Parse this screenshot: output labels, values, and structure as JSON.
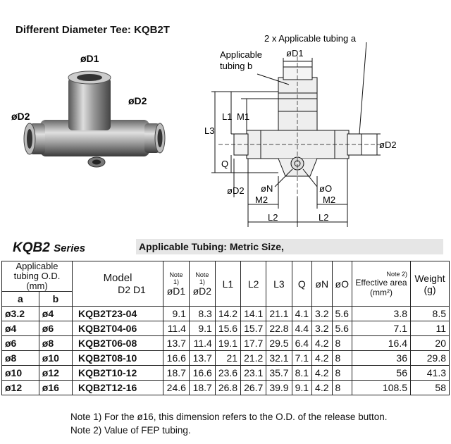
{
  "title": "Different Diameter Tee: KQB2T",
  "photo_labels": {
    "d1": "øD1",
    "d2_right": "øD2",
    "d2_left": "øD2"
  },
  "drawing_labels": {
    "applicable_tubing_a": "2 x Applicable tubing a",
    "applicable_tubing_b_line1": "Applicable",
    "applicable_tubing_b_line2": "tubing b",
    "d1": "øD1",
    "l1": "L1",
    "m1": "M1",
    "l3": "L3",
    "q": "Q",
    "d2_right": "øD2",
    "d2_left": "øD2",
    "n": "øN",
    "o": "øO",
    "m2_left": "M2",
    "m2_right": "M2",
    "l2_left": "L2",
    "l2_right": "L2"
  },
  "series": {
    "name": "KQB2",
    "suffix": "Series"
  },
  "caption": "Applicable Tubing: Metric Size,",
  "table": {
    "headers": {
      "tubing_od": "Applicable tubing O.D. (mm)",
      "a": "a",
      "b": "b",
      "model": "Model",
      "model_sub": "D2 D1",
      "note1": "Note 1)",
      "d1": "øD1",
      "d2": "øD2",
      "l1": "L1",
      "l2": "L2",
      "l3": "L3",
      "q": "Q",
      "n": "øN",
      "o": "øO",
      "note2": "Note 2)",
      "effective_area": "Effective area (mm²)",
      "weight": "Weight (g)"
    },
    "rows": [
      {
        "a": "ø3.2",
        "b": "ø4",
        "model": "KQB2T23-04",
        "d1": "9.1",
        "d2": "8.3",
        "l1": "14.2",
        "l2": "14.1",
        "l3": "21.1",
        "q": "4.1",
        "n": "3.2",
        "o": "5.6",
        "area": "3.8",
        "weight": "8.5"
      },
      {
        "a": "ø4",
        "b": "ø6",
        "model": "KQB2T04-06",
        "d1": "11.4",
        "d2": "9.1",
        "l1": "15.6",
        "l2": "15.7",
        "l3": "22.8",
        "q": "4.4",
        "n": "3.2",
        "o": "5.6",
        "area": "7.1",
        "weight": "11"
      },
      {
        "a": "ø6",
        "b": "ø8",
        "model": "KQB2T06-08",
        "d1": "13.7",
        "d2": "11.4",
        "l1": "19.1",
        "l2": "17.7",
        "l3": "29.5",
        "q": "6.4",
        "n": "4.2",
        "o": "8",
        "area": "16.4",
        "weight": "20"
      },
      {
        "a": "ø8",
        "b": "ø10",
        "model": "KQB2T08-10",
        "d1": "16.6",
        "d2": "13.7",
        "l1": "21",
        "l2": "21.2",
        "l3": "32.1",
        "q": "7.1",
        "n": "4.2",
        "o": "8",
        "area": "36",
        "weight": "29.8"
      },
      {
        "a": "ø10",
        "b": "ø12",
        "model": "KQB2T10-12",
        "d1": "18.7",
        "d2": "16.6",
        "l1": "23.6",
        "l2": "23.1",
        "l3": "35.7",
        "q": "8.1",
        "n": "4.2",
        "o": "8",
        "area": "56",
        "weight": "41.3"
      },
      {
        "a": "ø12",
        "b": "ø16",
        "model": "KQB2T12-16",
        "d1": "24.6",
        "d2": "18.7",
        "l1": "26.8",
        "l2": "26.7",
        "l3": "39.9",
        "q": "9.1",
        "n": "4.2",
        "o": "8",
        "area": "108.5",
        "weight": "58"
      }
    ]
  },
  "notes": [
    "Note 1) For the ø16, this dimension refers to the O.D. of the release button.",
    "Note 2) Value of FEP tubing."
  ]
}
